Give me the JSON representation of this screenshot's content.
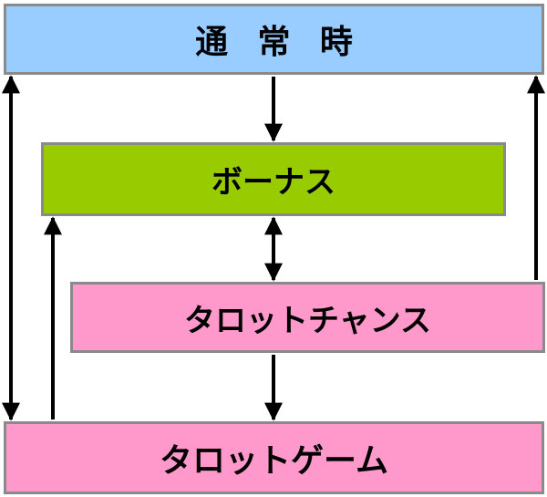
{
  "nodes": {
    "normal": {
      "label": "通常時",
      "color": "#99ccff"
    },
    "bonus": {
      "label": "ボーナス",
      "color": "#99cc00"
    },
    "tarot_chance": {
      "label": "タロットチャンス",
      "color": "#ff99cc"
    },
    "tarot_game": {
      "label": "タロットゲーム",
      "color": "#ff99cc"
    }
  },
  "edges": [
    {
      "from": "normal",
      "to": "bonus",
      "direction": "forward"
    },
    {
      "from": "bonus",
      "to": "tarot_chance",
      "direction": "both"
    },
    {
      "from": "tarot_chance",
      "to": "tarot_game",
      "direction": "forward"
    },
    {
      "from": "tarot_game",
      "to": "bonus",
      "direction": "forward"
    },
    {
      "from": "tarot_chance",
      "to": "normal",
      "direction": "forward"
    },
    {
      "from": "normal",
      "to": "tarot_game",
      "direction": "both"
    }
  ],
  "colors": {
    "arrow": "#000000",
    "border": "#8a8a8a"
  }
}
